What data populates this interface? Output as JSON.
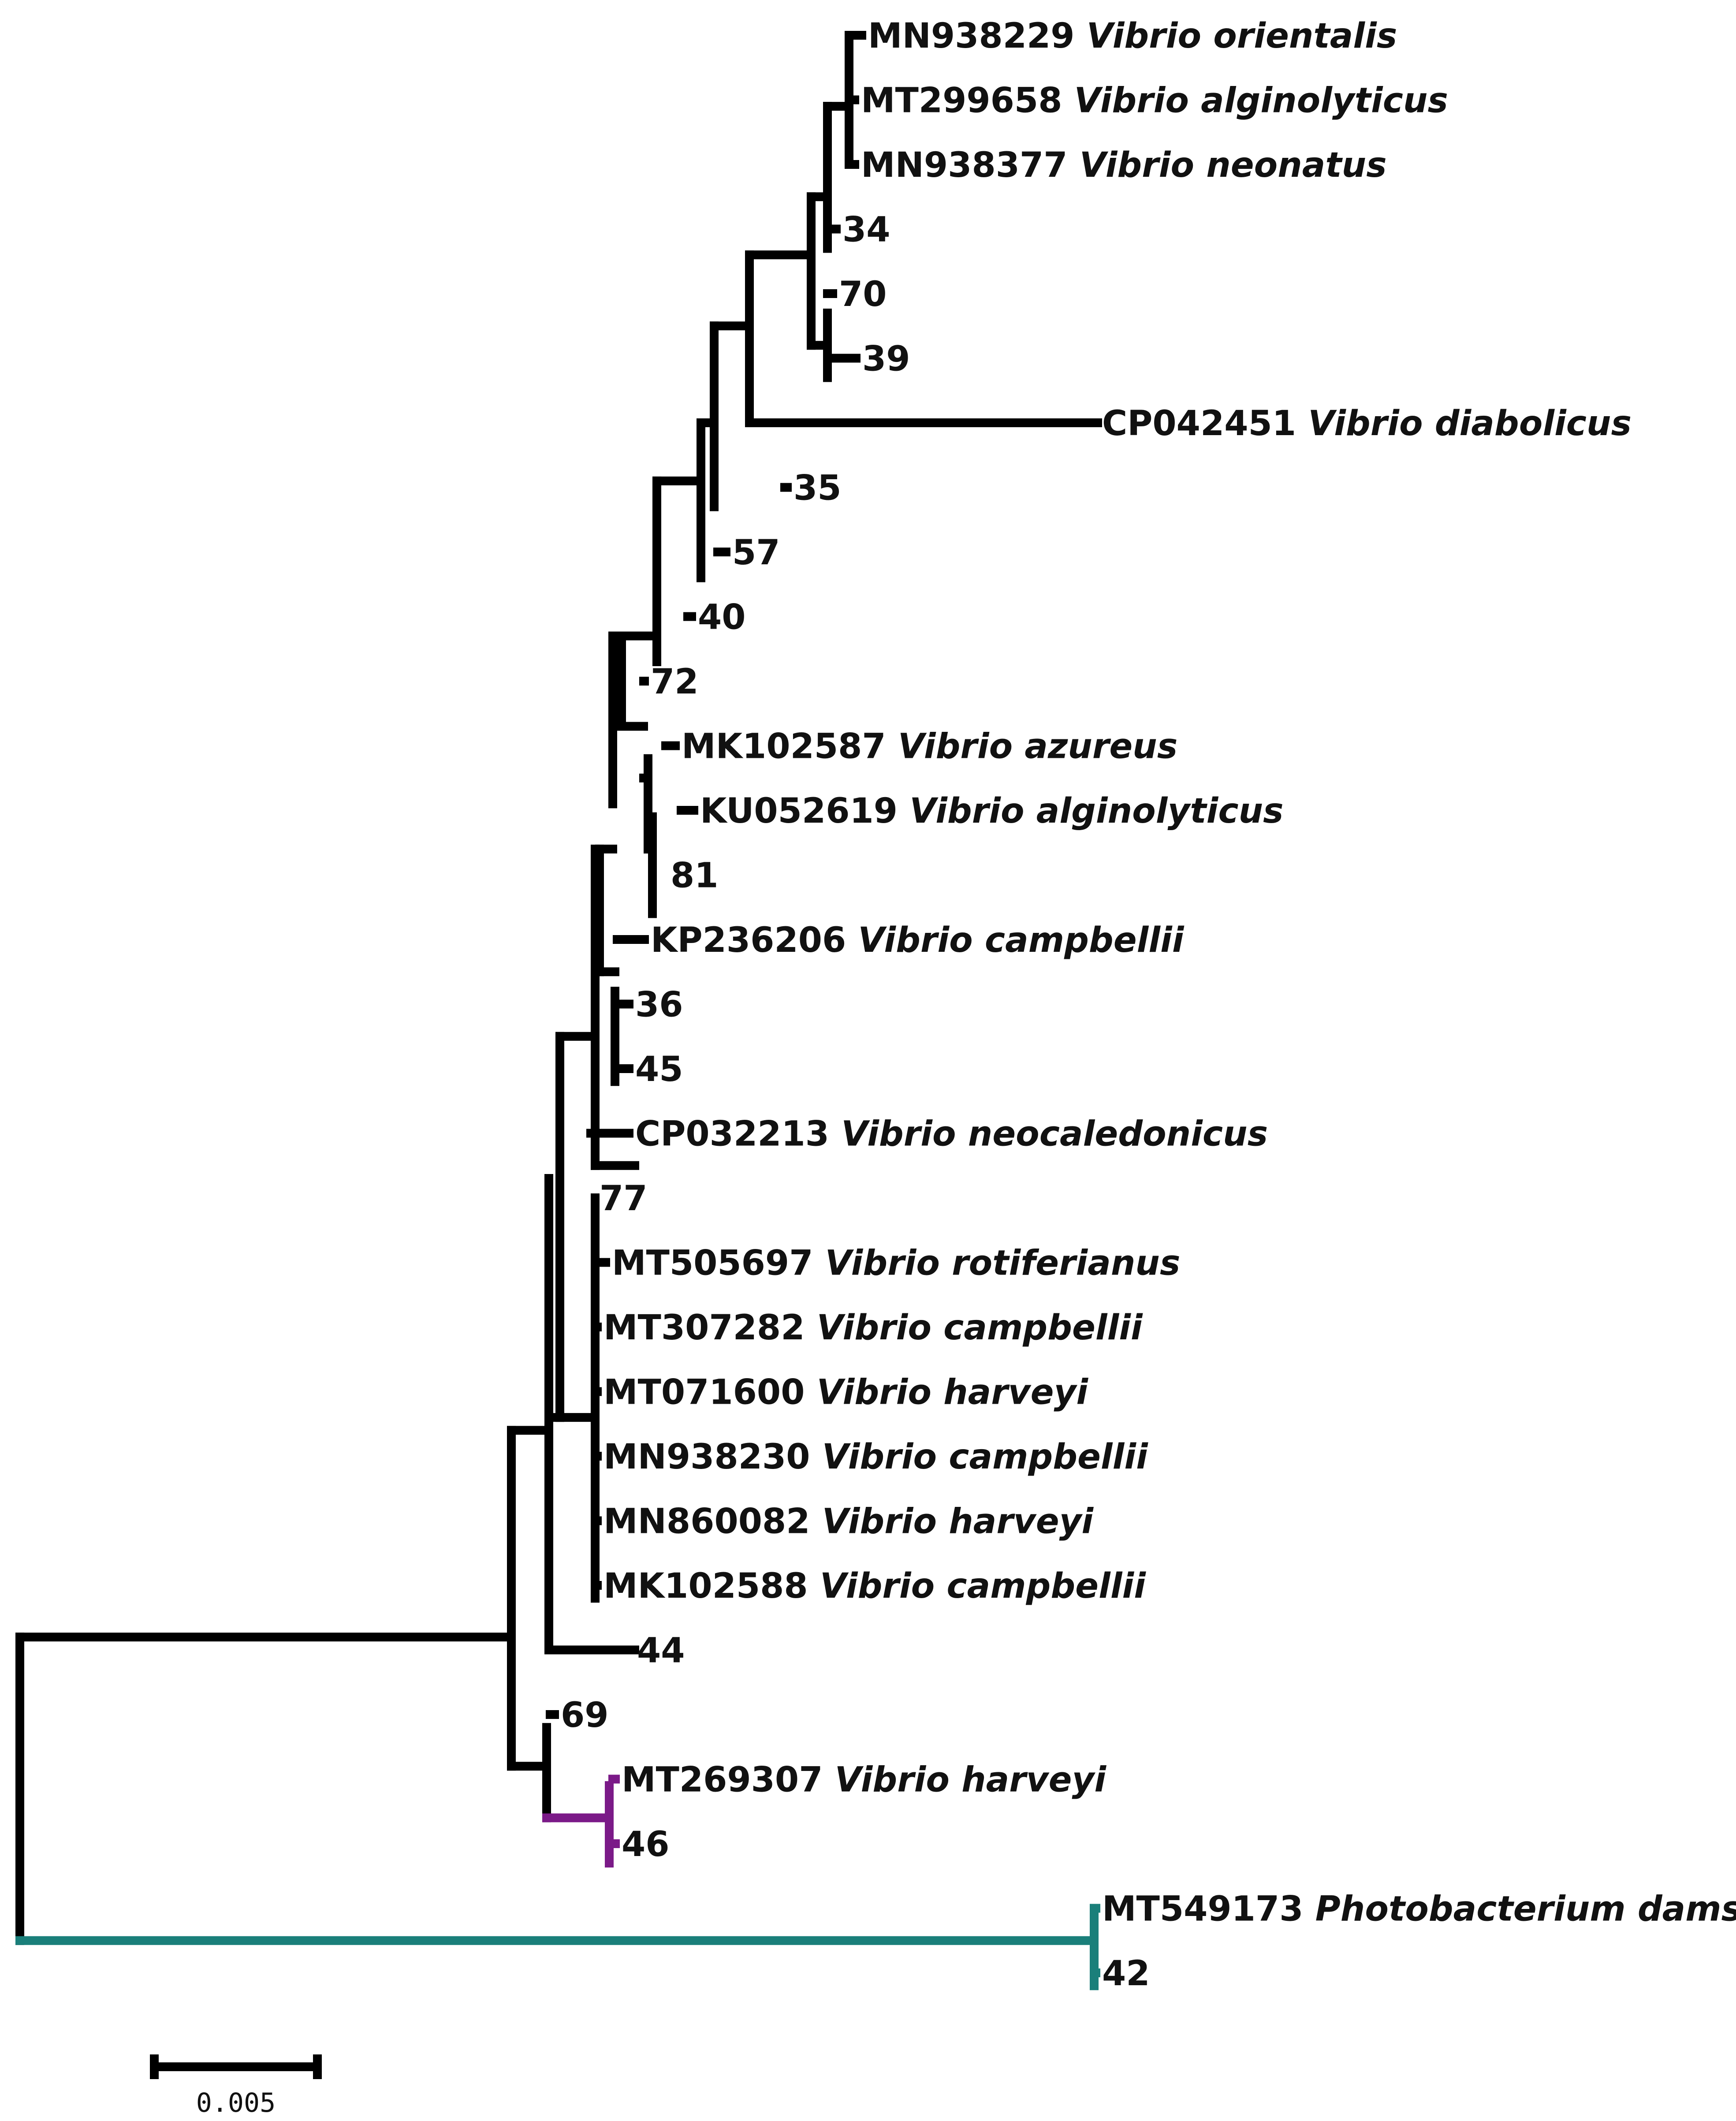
{
  "colors": {
    "branch": "#000000",
    "highlight_clade": "#7b1a88",
    "outgroup": "#1a7f7a"
  },
  "tree": {
    "tips": [
      {
        "accession": "MN938229",
        "species": "Vibrio orientalis"
      },
      {
        "accession": "MT299658",
        "species": "Vibrio alginolyticus"
      },
      {
        "accession": "MN938377",
        "species": "Vibrio neonatus"
      },
      {
        "accession": "34",
        "species": ""
      },
      {
        "accession": "70",
        "species": ""
      },
      {
        "accession": "39",
        "species": ""
      },
      {
        "accession": "CP042451",
        "species": "Vibrio diabolicus"
      },
      {
        "accession": "35",
        "species": ""
      },
      {
        "accession": "57",
        "species": ""
      },
      {
        "accession": "40",
        "species": ""
      },
      {
        "accession": "72",
        "species": ""
      },
      {
        "accession": "MK102587",
        "species": "Vibrio azureus"
      },
      {
        "accession": "KU052619",
        "species": "Vibrio alginolyticus"
      },
      {
        "accession": "81",
        "species": ""
      },
      {
        "accession": "KP236206",
        "species": "Vibrio campbellii"
      },
      {
        "accession": "36",
        "species": ""
      },
      {
        "accession": "45",
        "species": ""
      },
      {
        "accession": "CP032213",
        "species": "Vibrio neocaledonicus"
      },
      {
        "accession": "77",
        "species": ""
      },
      {
        "accession": "MT505697",
        "species": "Vibrio rotiferianus"
      },
      {
        "accession": "MT307282",
        "species": "Vibrio campbellii"
      },
      {
        "accession": "MT071600",
        "species": "Vibrio harveyi"
      },
      {
        "accession": "MN938230",
        "species": "Vibrio campbellii"
      },
      {
        "accession": "MN860082",
        "species": "Vibrio harveyi"
      },
      {
        "accession": "MK102588",
        "species": "Vibrio campbellii"
      },
      {
        "accession": "44",
        "species": ""
      },
      {
        "accession": "69",
        "species": ""
      },
      {
        "accession": "MT269307",
        "species": "Vibrio harveyi"
      },
      {
        "accession": "46",
        "species": ""
      },
      {
        "accession": "MT549173",
        "species": "Photobacterium damselae"
      },
      {
        "accession": "42",
        "species": ""
      }
    ],
    "scale_bar_label": "0.005"
  }
}
